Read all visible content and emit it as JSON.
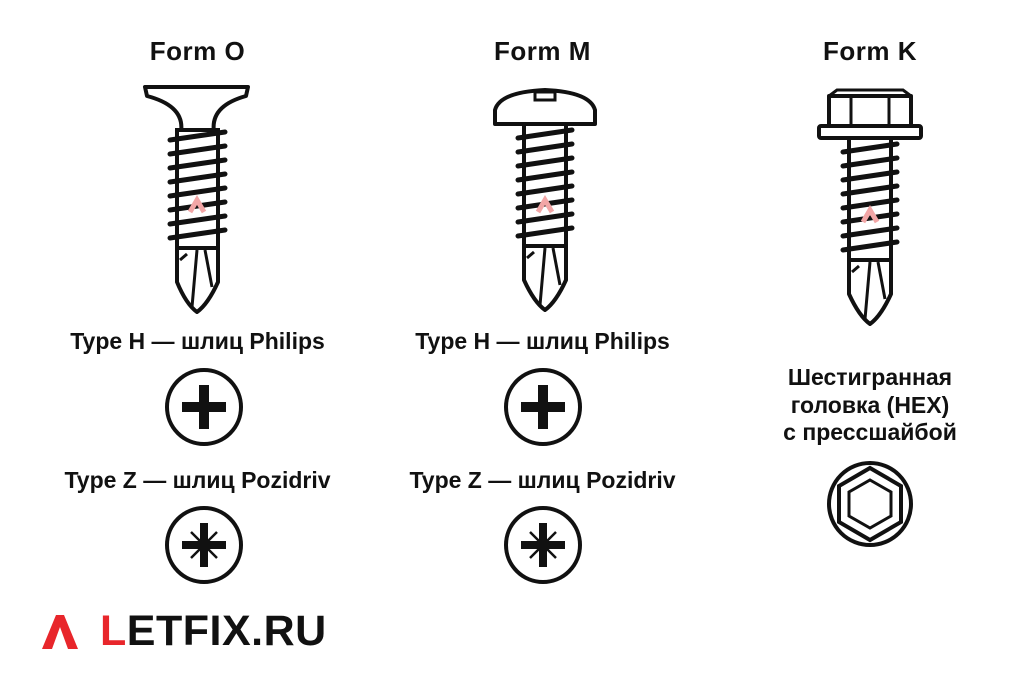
{
  "forms": [
    {
      "id": "o",
      "title": "Form O",
      "slots": [
        {
          "label": "Type H — шлиц Philips",
          "icon": "phillips-cross-icon"
        },
        {
          "label": "Type Z — шлиц Pozidriv",
          "icon": "pozidriv-cross-icon"
        }
      ]
    },
    {
      "id": "m",
      "title": "Form M",
      "slots": [
        {
          "label": "Type H — шлиц Philips",
          "icon": "phillips-cross-icon"
        },
        {
          "label": "Type Z — шлиц Pozidriv",
          "icon": "pozidriv-cross-icon"
        }
      ]
    },
    {
      "id": "k",
      "title": "Form K",
      "hex_label_lines": [
        "Шестигранная",
        "головка (HEX)",
        "с прессшайбой"
      ],
      "icon": "hex-washer-head-icon"
    }
  ],
  "brand": {
    "logo_icon": "letfix-chevron-logo-icon",
    "first_letter": "L",
    "rest": "ETFIX.RU",
    "accent_color": "#e8262b"
  },
  "colors": {
    "ink": "#111111",
    "watermark": "#f2a6a6"
  }
}
